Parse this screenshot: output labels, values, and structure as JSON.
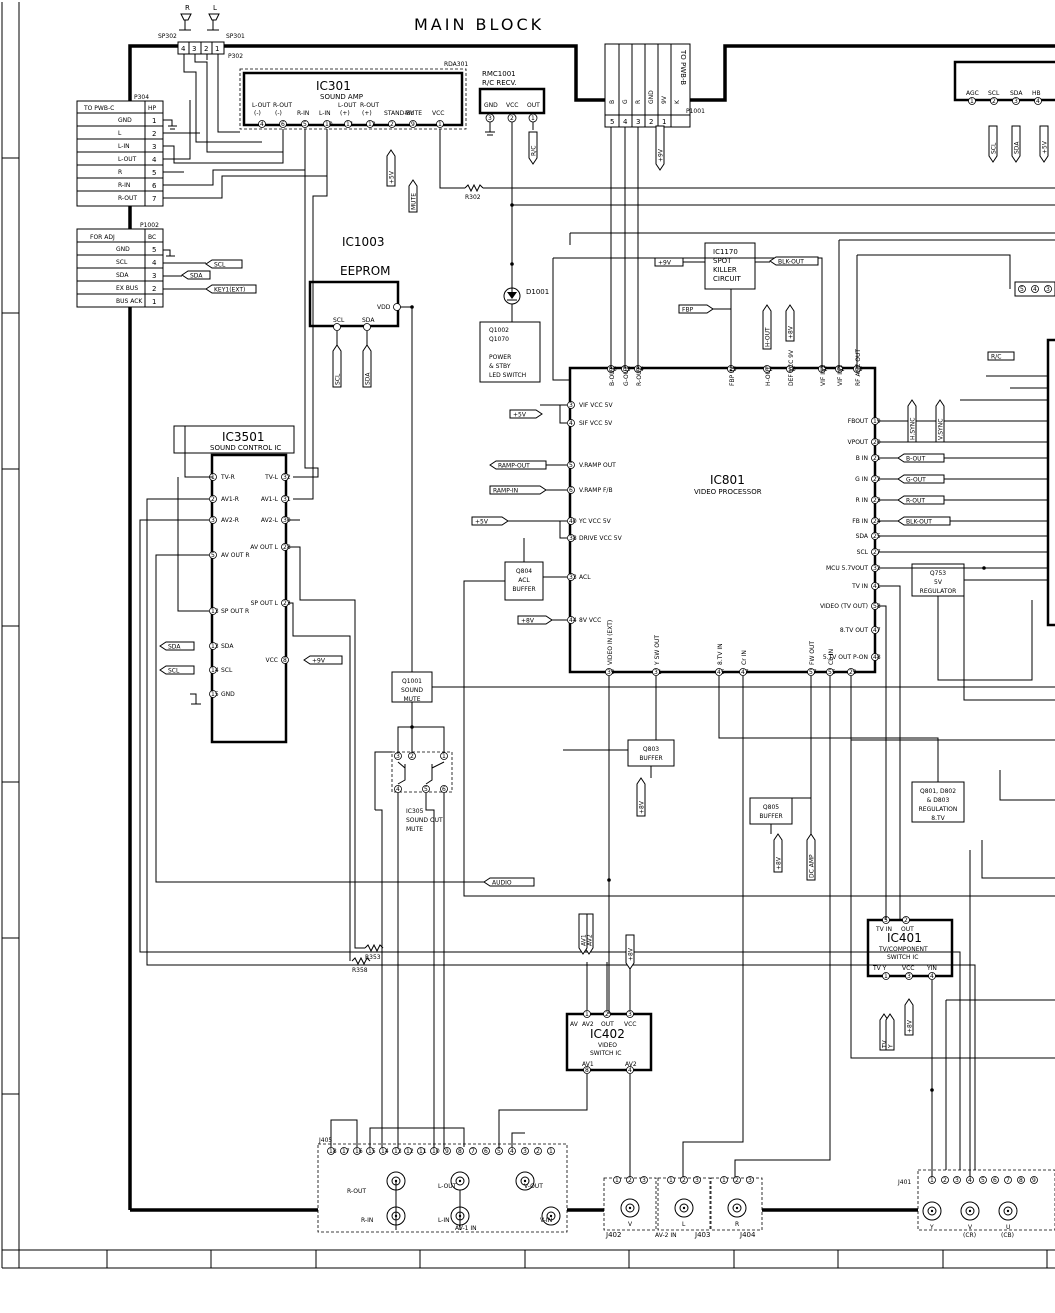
{
  "title": "MAIN BLOCK",
  "speakers": {
    "left_label": "R",
    "right_label": "L",
    "sp_left": "SP302",
    "sp_right": "SP301",
    "plug": "P302",
    "pins": [
      "4",
      "3",
      "2",
      "1"
    ]
  },
  "p304": {
    "ref": "P304",
    "header": [
      "TO PWB-C",
      "HP"
    ],
    "rows": [
      [
        "GND",
        "1"
      ],
      [
        "L",
        "2"
      ],
      [
        "L-IN",
        "3"
      ],
      [
        "L-OUT",
        "4"
      ],
      [
        "R",
        "5"
      ],
      [
        "R-IN",
        "6"
      ],
      [
        "R-OUT",
        "7"
      ]
    ]
  },
  "p1002": {
    "ref": "P1002",
    "header": [
      "FOR ADJ",
      "BC"
    ],
    "rows": [
      [
        "GND",
        "5"
      ],
      [
        "SCL",
        "4"
      ],
      [
        "SDA",
        "3"
      ],
      [
        "EX BUS",
        "2"
      ],
      [
        "BUS ACK",
        "1"
      ]
    ]
  },
  "ic301": {
    "name": "IC301",
    "desc": "SOUND AMP",
    "module": "RDA301",
    "pin_top": [
      "L-OUT",
      "R-OUT",
      "",
      "",
      "L-OUT",
      "R-OUT",
      "",
      "",
      ""
    ],
    "pin_bottom": [
      "(-)",
      "(-)",
      "R-IN",
      "L-IN",
      "(+)",
      "(+)",
      "STAND-BY",
      "MUTE",
      "VCC"
    ],
    "pin_nums": [
      "4",
      "6",
      "5",
      "10",
      "11",
      "12",
      "2",
      "9",
      "1"
    ]
  },
  "rmc1001": {
    "name": "RMC1001",
    "desc": "R/C RECV.",
    "pins": [
      "GND",
      "VCC",
      "OUT"
    ],
    "nums": [
      "3",
      "2",
      "1"
    ]
  },
  "p1001": {
    "ref": "P1001",
    "to": "TO PWB-B",
    "pins": [
      "B",
      "G",
      "R",
      "GND",
      "9V",
      "K"
    ],
    "nums": [
      "5",
      "4",
      "3",
      "2",
      "1"
    ]
  },
  "ic1003": {
    "name": "IC1003",
    "desc": "EEPROM",
    "pins": [
      "SCL",
      "SDA",
      "VDD"
    ],
    "nums": [
      "6",
      "5",
      "8"
    ]
  },
  "ic1170": {
    "lines": [
      "IC1170",
      "SPOT",
      "KILLER",
      "CIRCUIT"
    ]
  },
  "d1001": {
    "ref": "D1001"
  },
  "q1002": {
    "lines": [
      "Q1002",
      "Q1070",
      "",
      "POWER",
      "& STBY",
      "LED SWITCH"
    ]
  },
  "ic801": {
    "name": "IC801",
    "desc": "VIDEO PROCESSOR",
    "top_pins": [
      [
        "B-OUT",
        "36"
      ],
      [
        "G-OUT",
        "35"
      ],
      [
        "R-OUT",
        "34"
      ],
      [
        "FBP IN",
        "19"
      ],
      [
        "H-OUT",
        "11"
      ],
      [
        "DEF VCC 9V",
        "16"
      ],
      [
        "VIF IN2",
        "52"
      ],
      [
        "VIF IN1",
        "61"
      ],
      [
        "RF AGC OUT",
        "65"
      ]
    ],
    "left_pins": [
      [
        "VIF VCC 5V",
        "3"
      ],
      [
        "SIF VCC 5V",
        "4"
      ],
      [
        "V.RAMP OUT",
        "5"
      ],
      [
        "V.RAMP F/B",
        "6"
      ],
      [
        "YC VCC 5V",
        "40"
      ],
      [
        "DRIVE VCC 5V",
        "38"
      ],
      [
        "ACL",
        "33"
      ],
      [
        "8V VCC",
        "44"
      ]
    ],
    "right_pins": [
      [
        "FBOUT",
        "19"
      ],
      [
        "VPOUT",
        "20"
      ],
      [
        "B IN",
        "21"
      ],
      [
        "G IN",
        "22"
      ],
      [
        "R IN",
        "23"
      ],
      [
        "FB IN",
        "24"
      ],
      [
        "SDA",
        "25"
      ],
      [
        "SCL",
        "27"
      ],
      [
        "MCU 5.7VOUT",
        "32"
      ],
      [
        "TV IN",
        "41"
      ],
      [
        "VIDEO (TV OUT)",
        "58"
      ],
      [
        "8.TV OUT",
        "47"
      ],
      [
        "5.TV OUT P-ON",
        "48"
      ]
    ],
    "bottom_pins": [
      [
        "VIDEO IN (EXT)",
        "39"
      ],
      [
        "Y SW OUT",
        "31"
      ],
      [
        "8.TV IN",
        "45"
      ],
      [
        "Cr IN",
        "47"
      ],
      [
        "FW OUT",
        "57"
      ],
      [
        "Cb IN",
        "55"
      ],
      [
        "",
        "29"
      ]
    ]
  },
  "signals": {
    "rc": "R/C",
    "p9v": "+9V",
    "p8v": "+8V",
    "p5v": "+5V",
    "blk_out": "BLK-OUT",
    "fbp": "FBP",
    "h_out": "H-OUT",
    "h_sync": "H.SYNC",
    "v_sync": "V.SYNC",
    "ramp_out": "RAMP-OUT",
    "ramp_in": "RAMP-IN",
    "b_out": "B-OUT",
    "g_out": "G-OUT",
    "r_out": "R-OUT",
    "scl": "SCL",
    "sda": "SDA",
    "key1": "KEY1(EXT)",
    "mute": "MUTE",
    "audio": "AUDIO",
    "av1": "AV1",
    "av2": "AV2",
    "tv": "TV",
    "y": "Y",
    "dc_amp": "DC AMP"
  },
  "ic3501": {
    "name": "IC3501",
    "desc": "SOUND CONTROL IC",
    "left_pins": [
      [
        "TV-R",
        "1"
      ],
      [
        "AV1-R",
        "2"
      ],
      [
        "AV2-R",
        "3"
      ],
      [
        "AV OUT R",
        "5"
      ],
      [
        "SP OUT R",
        "13"
      ],
      [
        "SDA",
        "13"
      ],
      [
        "SCL",
        "14"
      ],
      [
        "GND",
        "15"
      ]
    ],
    "right_pins": [
      [
        "TV-L",
        "32"
      ],
      [
        "AV1-L",
        "31"
      ],
      [
        "AV2-L",
        "30"
      ],
      [
        "AV OUT L",
        "28"
      ],
      [
        "SP OUT L",
        "23"
      ],
      [
        "VCC",
        "8"
      ]
    ]
  },
  "q804": {
    "lines": [
      "Q804",
      "ACL",
      "BUFFER"
    ]
  },
  "q753": {
    "lines": [
      "Q753",
      "5V",
      "REGULATOR"
    ]
  },
  "q1001": {
    "lines": [
      "Q1001",
      "SOUND",
      "MUTE"
    ]
  },
  "ic305": {
    "lines": [
      "IC305",
      "SOUND OUT",
      "MUTE"
    ],
    "pins": [
      "3",
      "2",
      "1",
      "4",
      "5",
      "6"
    ]
  },
  "q803": {
    "lines": [
      "Q803",
      "BUFFER"
    ]
  },
  "q805": {
    "lines": [
      "Q805",
      "BUFFER"
    ]
  },
  "q801": {
    "lines": [
      "Q801, D802",
      "& D803",
      "REGULATION",
      "8.TV"
    ]
  },
  "ic401": {
    "name": "IC401",
    "desc1": "TV/COMPONENT",
    "desc2": "SWITCH IC",
    "top": [
      "TV IN",
      "OUT"
    ],
    "top_nums": [
      "5",
      "2"
    ],
    "bottom": [
      "TV Y",
      "VCC",
      "YIN"
    ],
    "bottom_nums": [
      "1",
      "3",
      "4"
    ]
  },
  "ic402": {
    "name": "IC402",
    "desc1": "VIDEO",
    "desc2": "SWITCH IC",
    "top": [
      "AV",
      "AV2",
      "OUT",
      "VCC"
    ],
    "top_nums": [
      "1",
      "2",
      "3"
    ],
    "bottom": [
      "AV1",
      "AV2"
    ],
    "bottom_nums": [
      "8",
      "4"
    ]
  },
  "resistors": {
    "r302": "R302",
    "r353": "R353",
    "r358": "R358"
  },
  "j405": {
    "ref": "J405",
    "pins": [
      "18",
      "17",
      "16",
      "15",
      "14",
      "13",
      "12",
      "11",
      "10",
      "9",
      "8",
      "7",
      "6",
      "5",
      "4",
      "3",
      "2",
      "1"
    ],
    "labels": [
      "R-OUT",
      "R-IN",
      "L-OUT",
      "L-IN",
      "AV-1 IN",
      "V-OUT",
      "V-IN"
    ]
  },
  "j402": {
    "ref": "J402",
    "pins": [
      "1",
      "2",
      "3"
    ],
    "jack": "V"
  },
  "j403": {
    "ref": "J403",
    "label": "AV-2 IN",
    "pins": [
      "1",
      "2",
      "3"
    ],
    "jack": "L"
  },
  "j404": {
    "ref": "J404",
    "pins": [
      "1",
      "2",
      "3"
    ],
    "jack": "R"
  },
  "j401": {
    "ref": "J401",
    "pins": [
      "1",
      "2",
      "3",
      "4",
      "5",
      "6",
      "7",
      "8",
      "9"
    ],
    "jacks": [
      "Y",
      "V",
      "U"
    ],
    "subs": [
      "",
      "(CR)",
      "(CB)"
    ]
  },
  "right_box": {
    "pins": [
      [
        "AGC",
        "1"
      ],
      [
        "SCL",
        "2"
      ],
      [
        "SDA",
        "3"
      ],
      [
        "HB",
        "4"
      ]
    ]
  },
  "right_conn": {
    "nums": [
      "5",
      "4",
      "3"
    ]
  }
}
